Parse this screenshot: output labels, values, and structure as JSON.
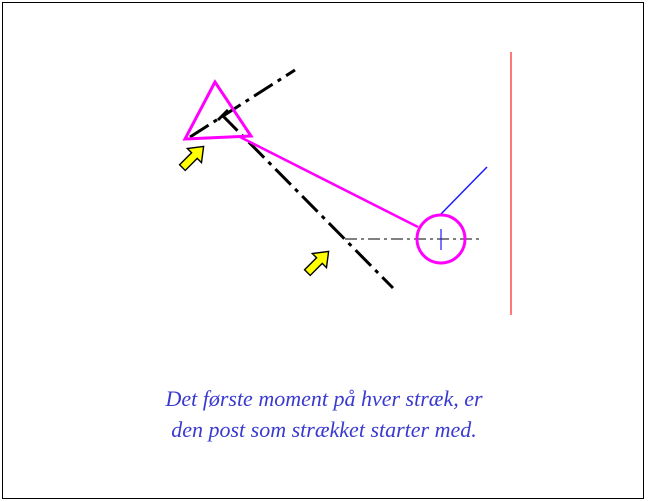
{
  "caption": {
    "line1": "Det første moment på hver stræk, er",
    "line2": "den post som strækket starter med."
  },
  "colors": {
    "course_line": "#ff00ff",
    "leg_dash": "#000000",
    "arrow_fill": "#ffff00",
    "arrow_stroke": "#000000",
    "map_edge": "#ff2020",
    "north_line": "#1a1aff",
    "caption_text": "#3a3ad0"
  },
  "diagram": {
    "start_symbol": "triangle",
    "control_symbol": "circle",
    "pointers": [
      "arrow-icon",
      "arrow-icon"
    ]
  }
}
